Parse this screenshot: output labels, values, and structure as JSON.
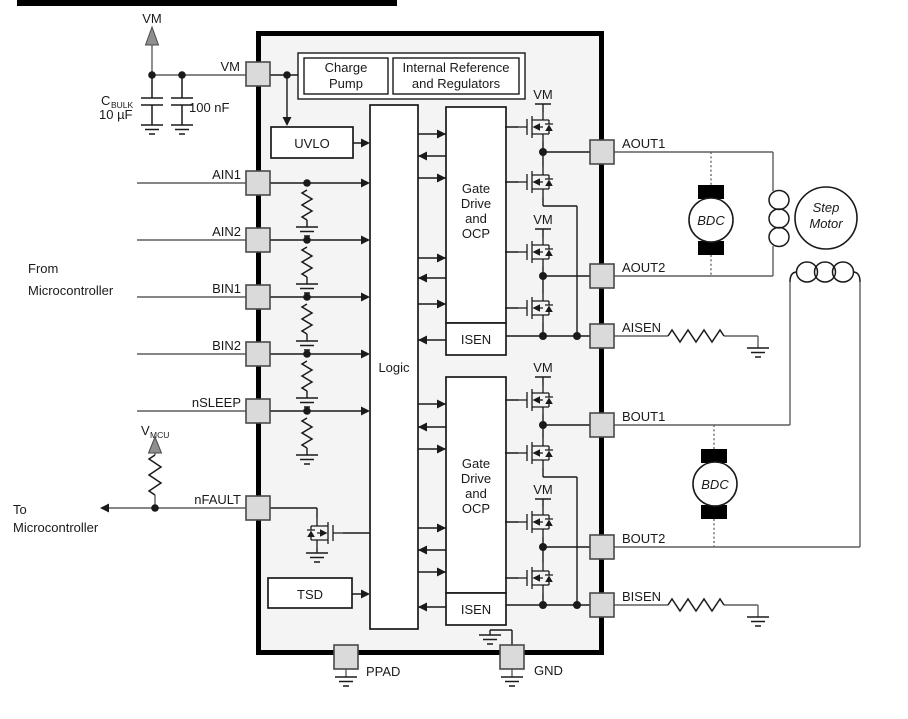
{
  "colors": {
    "ink": "#1a1a1a",
    "wire": "#5f5f5f",
    "icfill": "#f4f4f4",
    "pinfill": "#dadada",
    "grayarrow": "#8f8f8f"
  },
  "power": {
    "vm": "VM",
    "cbulk_name": "C",
    "cbulk_sub": "BULK",
    "cbulk_value": "10 µF",
    "cap2_value": "100 nF",
    "vmcu_name": "V",
    "vmcu_sub": "MCU"
  },
  "mcu": {
    "from_line1": "From",
    "from_line2": "Microcontroller",
    "to_line1": "To",
    "to_line2": "Microcontroller"
  },
  "pins": {
    "vm": "VM",
    "ain1": "AIN1",
    "ain2": "AIN2",
    "bin1": "BIN1",
    "bin2": "BIN2",
    "nsleep": "nSLEEP",
    "nfault": "nFAULT",
    "aout1": "AOUT1",
    "aout2": "AOUT2",
    "aisen": "AISEN",
    "bout1": "BOUT1",
    "bout2": "BOUT2",
    "bisen": "BISEN",
    "ppad": "PPAD",
    "gnd": "GND"
  },
  "blocks": {
    "charge_pump_line1": "Charge",
    "charge_pump_line2": "Pump",
    "intref_line1": "Internal Reference",
    "intref_line2": "and Regulators",
    "uvlo": "UVLO",
    "logic": "Logic",
    "tsd": "TSD",
    "gate_drive_line1": "Gate",
    "gate_drive_line2": "Drive",
    "gate_drive_line3": "and",
    "gate_drive_line4": "OCP",
    "isen": "ISEN",
    "vm_rail": "VM"
  },
  "motors": {
    "bdc": "BDC",
    "step_line1": "Step",
    "step_line2": "Motor"
  }
}
